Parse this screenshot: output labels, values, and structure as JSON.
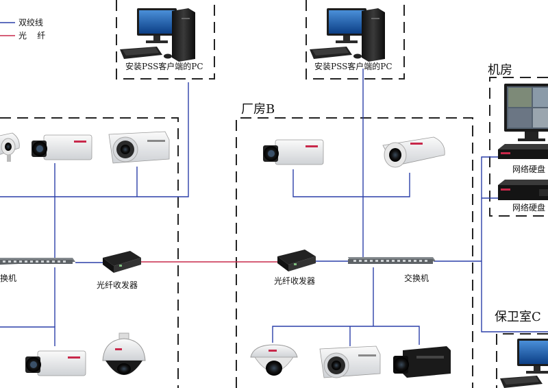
{
  "legend": [
    {
      "label": "双绞线",
      "color": "#2a3ea8"
    },
    {
      "label": "光    纤",
      "color": "#c8284a"
    }
  ],
  "areas": {
    "factory_b": "厂房B",
    "machine_room": "机房",
    "guard_room": "保卫室C"
  },
  "labels": {
    "pc_left": "安装PSS客户端的PC",
    "pc_right": "安装PSS客户端的PC",
    "switch_left": "换机",
    "switch_right": "交换机",
    "transceiver_left": "光纤收发器",
    "transceiver_right": "光纤收发器",
    "nvr_top": "网络硬盘",
    "nvr_bottom": "网络硬盘"
  },
  "colors": {
    "twisted_pair": "#2a3ea8",
    "fiber": "#c8284a",
    "dashed_border": "#222222"
  },
  "icons": [
    "desktop-pc-icon",
    "bullet-camera-icon",
    "box-camera-icon",
    "ir-camera-icon",
    "dome-camera-icon",
    "speed-dome-icon",
    "network-switch-icon",
    "fiber-transceiver-icon",
    "nvr-icon",
    "monitor-icon"
  ]
}
